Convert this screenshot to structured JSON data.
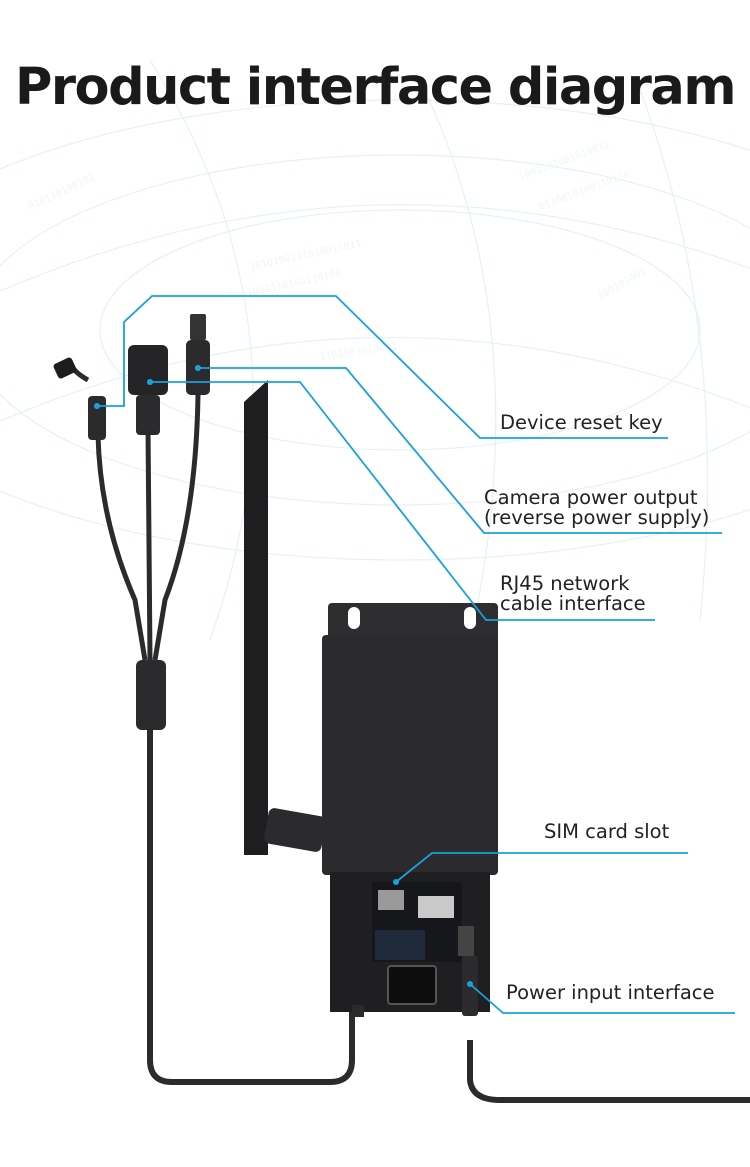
{
  "title": "Product interface diagram",
  "labels": {
    "reset_key": "Device reset key",
    "camera_power_line1": "Camera power output",
    "camera_power_line2": "(reverse power supply)",
    "rj45_line1": "RJ45 network",
    "rj45_line2": "cable interface",
    "sim_slot": "SIM card slot",
    "power_input": "Power input interface"
  },
  "colors": {
    "callout_line": "#1aa0dc",
    "device_body": "#2b2b2d",
    "title_text": "#1a1a1a"
  }
}
